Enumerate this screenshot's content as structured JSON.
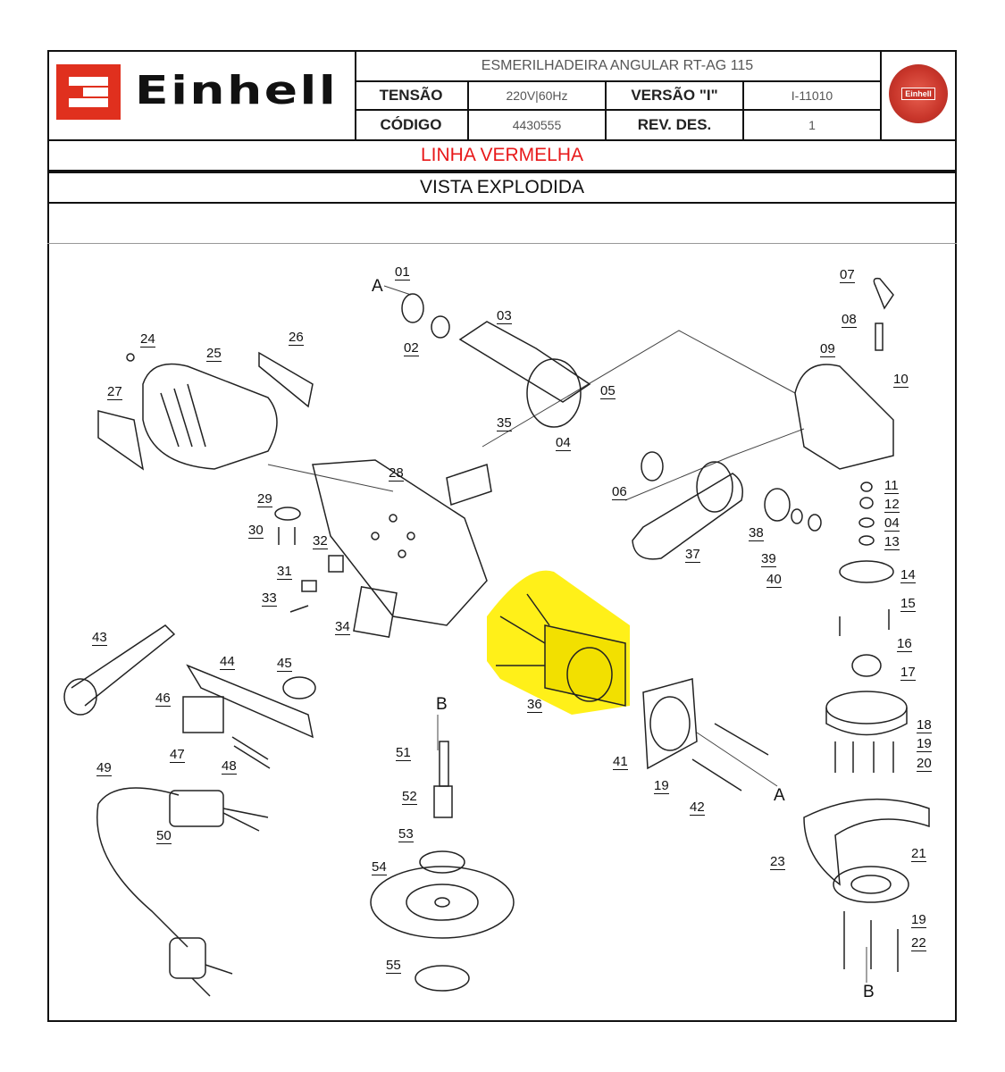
{
  "header": {
    "brand": "Einhell",
    "product_title": "ESMERILHADEIRA ANGULAR RT-AG 115",
    "tensao_label": "TENSÃO",
    "tensao_value": "220V|60Hz",
    "versao_label": "VERSÃO \"I\"",
    "versao_value": "I-11010",
    "codigo_label": "CÓDIGO",
    "codigo_value": "4430555",
    "rev_label": "REV. DES.",
    "rev_value": "1",
    "seal_text": "Einhell"
  },
  "line_title": "LINHA VERMELHA",
  "view_title": "VISTA EXPLODIDA",
  "colors": {
    "brand_red": "#e0301e",
    "line_red": "#e8191a",
    "highlight": "#ffee00"
  },
  "diagram": {
    "part_labels": [
      "01",
      "02",
      "03",
      "04",
      "05",
      "06",
      "07",
      "08",
      "09",
      "10",
      "11",
      "12",
      "04",
      "13",
      "14",
      "15",
      "16",
      "17",
      "18",
      "19",
      "20",
      "21",
      "19",
      "22",
      "23",
      "24",
      "25",
      "26",
      "27",
      "28",
      "29",
      "30",
      "31",
      "32",
      "33",
      "34",
      "35",
      "36",
      "37",
      "38",
      "39",
      "40",
      "41",
      "19",
      "42",
      "43",
      "44",
      "45",
      "46",
      "47",
      "48",
      "49",
      "50",
      "51",
      "52",
      "53",
      "54",
      "55"
    ],
    "reference_letters": [
      "A",
      "A",
      "B",
      "B"
    ],
    "highlighted_part": "36"
  }
}
